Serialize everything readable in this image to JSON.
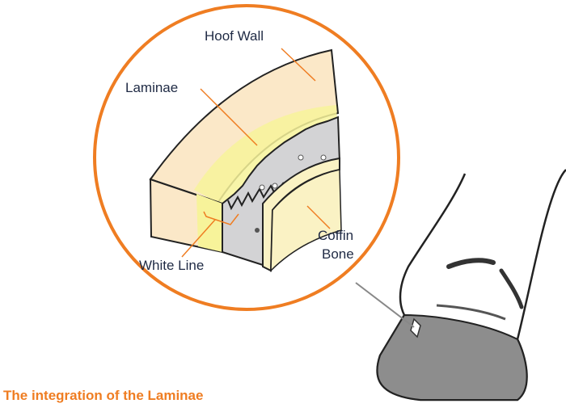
{
  "labels": {
    "hoof_wall": "Hoof Wall",
    "laminae": "Laminae",
    "white_line": "White Line",
    "coffin": "Coffin",
    "bone": "Bone"
  },
  "caption": "The integration of the Laminae",
  "colors": {
    "accent": "#ef7d22",
    "hoof_wall": "#fbe8c8",
    "white_line": "#f7f39a",
    "laminae": "#d3d3d5",
    "bone": "#faf2c4",
    "text": "#1f2a44"
  }
}
